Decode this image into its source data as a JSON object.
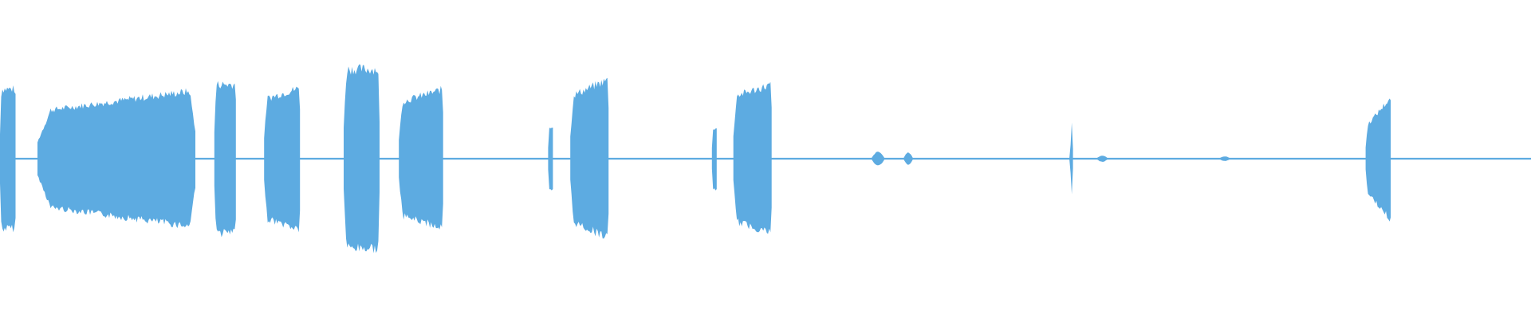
{
  "waveform": {
    "color": "#5dabe1",
    "background": "#ffffff",
    "clips": [
      {
        "start": 0.0,
        "end": 0.0105,
        "peak": 0.92,
        "shape": "flat"
      },
      {
        "start": 0.0245,
        "end": 0.128,
        "peak": 0.62,
        "peak_end": 0.9,
        "shape": "ramp"
      },
      {
        "start": 0.14,
        "end": 0.1545,
        "peak": 0.98,
        "shape": "flat"
      },
      {
        "start": 0.1725,
        "end": 0.1965,
        "peak": 0.78,
        "peak_end": 0.94,
        "shape": "ramp"
      },
      {
        "start": 0.2245,
        "end": 0.248,
        "peak": 1.18,
        "shape": "flat"
      },
      {
        "start": 0.2605,
        "end": 0.29,
        "peak": 0.74,
        "peak_end": 0.92,
        "shape": "ramp"
      },
      {
        "start": 0.358,
        "end": 0.3615,
        "peak": 0.42,
        "shape": "flat"
      },
      {
        "start": 0.3725,
        "end": 0.398,
        "peak": 0.82,
        "peak_end": 1.05,
        "shape": "ramp"
      },
      {
        "start": 0.465,
        "end": 0.4685,
        "peak": 0.4,
        "shape": "flat"
      },
      {
        "start": 0.479,
        "end": 0.5045,
        "peak": 0.82,
        "peak_end": 0.98,
        "shape": "ramp"
      },
      {
        "start": 0.569,
        "end": 0.578,
        "peak": 0.09,
        "shape": "blip"
      },
      {
        "start": 0.59,
        "end": 0.5965,
        "peak": 0.08,
        "shape": "blip"
      },
      {
        "start": 0.6985,
        "end": 0.7015,
        "peak": 0.47,
        "shape": "spike"
      },
      {
        "start": 0.716,
        "end": 0.724,
        "peak": 0.04,
        "shape": "blip"
      },
      {
        "start": 0.796,
        "end": 0.804,
        "peak": 0.03,
        "shape": "blip"
      },
      {
        "start": 0.892,
        "end": 0.909,
        "peak": 0.42,
        "peak_end": 0.82,
        "shape": "ramp"
      }
    ],
    "noise_floor": 0.012
  }
}
